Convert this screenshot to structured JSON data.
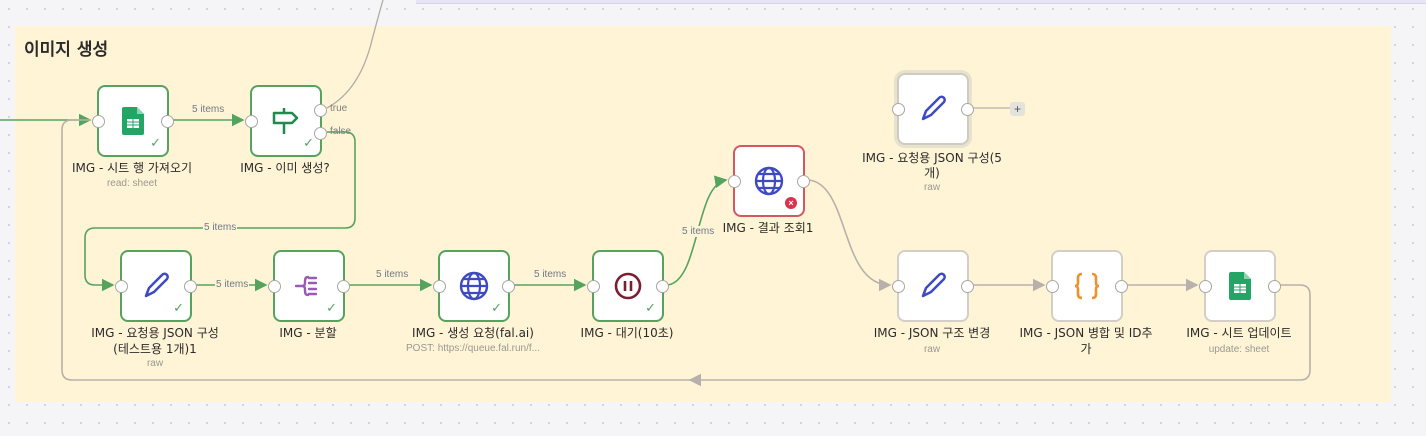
{
  "canvas": {
    "background": "#f5f5f7"
  },
  "sticky": {
    "title": "이미지 생성",
    "color": "#fff4d5"
  },
  "nodes": [
    {
      "id": "sheet-get",
      "label": "IMG - 시트 행 가져오기",
      "sub": "read: sheet",
      "status": "success",
      "icon": "google-sheets-icon"
    },
    {
      "id": "if",
      "label": "IMG - 이미 생성?",
      "sub": "",
      "status": "success",
      "icon": "signpost-icon",
      "outputs": [
        "true",
        "false"
      ]
    },
    {
      "id": "json-test",
      "label": "IMG - 요청용 JSON 구성",
      "label2": "(테스트용 1개)1",
      "sub": "raw",
      "status": "success",
      "icon": "pencil-icon"
    },
    {
      "id": "split",
      "label": "IMG - 분할",
      "sub": "",
      "status": "success",
      "icon": "split-out-icon"
    },
    {
      "id": "http",
      "label": "IMG - 생성 요청(fal.ai)",
      "sub": "POST: https://queue.fal.run/f...",
      "status": "success",
      "icon": "globe-icon"
    },
    {
      "id": "wait",
      "label": "IMG - 대기(10초)",
      "sub": "",
      "status": "success",
      "icon": "pause-icon"
    },
    {
      "id": "result",
      "label": "IMG - 결과 조회1",
      "sub": "",
      "status": "error",
      "icon": "globe-icon"
    },
    {
      "id": "json5",
      "label": "IMG - 요청용 JSON 구성(5",
      "label2": "개)",
      "sub": "raw",
      "status": "idle",
      "icon": "pencil-icon"
    },
    {
      "id": "json-struct",
      "label": "IMG - JSON 구조 변경",
      "sub": "raw",
      "status": "idle",
      "icon": "pencil-icon"
    },
    {
      "id": "merge",
      "label": "IMG - JSON 병합 및 ID추",
      "label2": "가",
      "sub": "",
      "status": "idle",
      "icon": "code-braces-icon"
    },
    {
      "id": "sheet-update",
      "label": "IMG - 시트 업데이트",
      "sub": "update: sheet",
      "status": "idle",
      "icon": "google-sheets-icon"
    }
  ],
  "edges": {
    "sheet_to_if": "5 items",
    "false_to_json": "5 items",
    "json_to_split": "5 items",
    "split_to_http": "5 items",
    "http_to_wait": "5 items",
    "wait_to_result": "5 items"
  },
  "branches": {
    "true": "true",
    "false": "false"
  },
  "add_button": "+",
  "colors": {
    "success": "#55a35e",
    "error": "#d35860",
    "idle": "#d3cfc7",
    "edge_idle": "#b8b1ab"
  }
}
